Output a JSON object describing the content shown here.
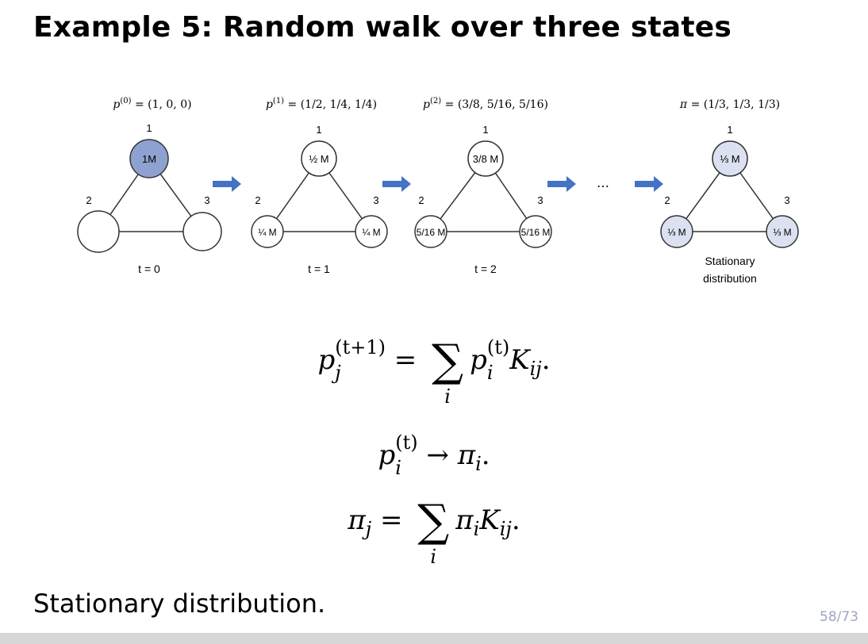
{
  "slide": {
    "title": "Example 5: Random walk over three states",
    "conclusion": "Stationary distribution.",
    "page": "58/73"
  },
  "figure": {
    "panels": [
      {
        "dist_name": "p",
        "dist_sup": "(0)",
        "dist_value": "= (1, 0, 0)",
        "node1": "1M",
        "node2": "",
        "node3": "",
        "fill": "#8ea2d2",
        "highlight_top_only": true,
        "time_label": "t = 0"
      },
      {
        "dist_name": "p",
        "dist_sup": "(1)",
        "dist_value": "= (1/2, 1/4, 1/4)",
        "node1": "½ M",
        "node2": "¼ M",
        "node3": "¼ M",
        "fill": "#ffffff",
        "time_label": "t = 1"
      },
      {
        "dist_name": "p",
        "dist_sup": "(2)",
        "dist_value": "= (3/8, 5/16, 5/16)",
        "node1": "3/8 M",
        "node2": "5/16 M",
        "node3": "5/16 M",
        "fill": "#ffffff",
        "time_label": "t = 2"
      },
      {
        "dist_name": "π",
        "dist_sup": "",
        "dist_value": "= (1/3, 1/3, 1/3)",
        "node1": "⅓ M",
        "node2": "⅓ M",
        "node3": "⅓ M",
        "fill": "#dbe1f0",
        "time_label_line1": "Stationary",
        "time_label_line2": "distribution"
      }
    ],
    "node_labels": [
      "1",
      "2",
      "3"
    ],
    "ellipsis": "…",
    "arrow_color": "#4472c4",
    "stroke_color": "#333333"
  },
  "formulas": {
    "f1": {
      "lhs_base": "p",
      "lhs_sup": "(t+1)",
      "lhs_sub": "j",
      "eq": "=",
      "sum_index": "i",
      "rhs_base": "p",
      "rhs_sup": "(t)",
      "rhs_sub": "i",
      "rhs_K": "K",
      "rhs_K_sub": "ij",
      "end": "."
    },
    "f2": {
      "base": "p",
      "sup": "(t)",
      "sub": "i",
      "arrow": "→",
      "pi": "π",
      "pi_sub": "i",
      "end": "."
    },
    "f3": {
      "lhs": "π",
      "lhs_sub": "j",
      "eq": "=",
      "sum_index": "i",
      "rhs_pi": "π",
      "rhs_pi_sub": "i",
      "rhs_K": "K",
      "rhs_K_sub": "ij",
      "end": "."
    }
  }
}
